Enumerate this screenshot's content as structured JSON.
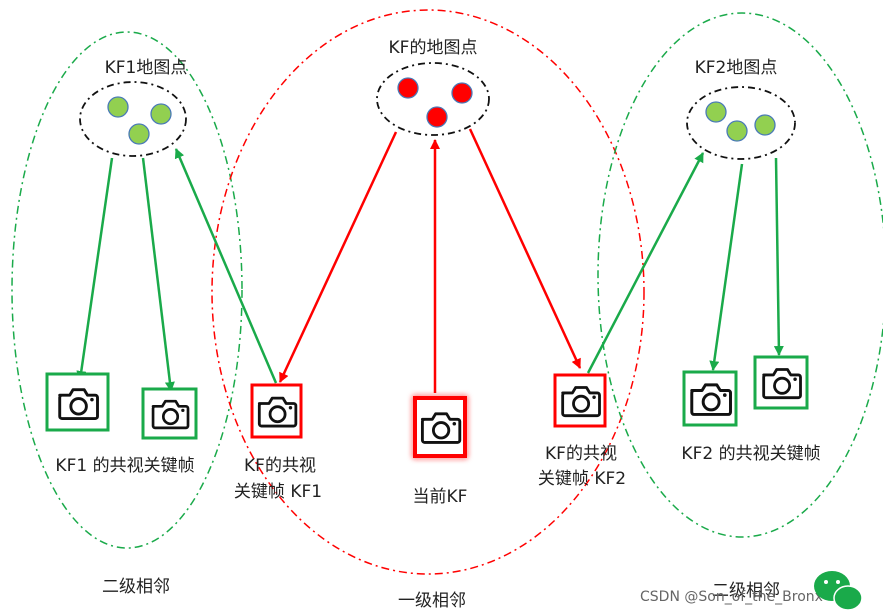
{
  "labels": {
    "kf1_map_points": "KF1地图点",
    "kf_map_points": "KF的地图点",
    "kf2_map_points": "KF2地图点",
    "kf1_covis": "KF1 的共视关键帧",
    "covis_kf1_line1": "KF的共视",
    "covis_kf1_line2": "关键帧 KF1",
    "current_kf": "当前KF",
    "covis_kf2_line1": "KF的共视",
    "covis_kf2_line2": "关键帧 KF2",
    "kf2_covis": "KF2 的共视关键帧",
    "second_level_left": "二级相邻",
    "first_level": "一级相邻",
    "second_level_right": "二级相邻"
  },
  "watermark": "CSDN @Son_of_the_Bronx",
  "colors": {
    "green": "#1aaa4a",
    "red": "#ff0000",
    "green_point": "#92d050",
    "red_point": "#ff0000",
    "second_level_boundary": "#1aaa4a",
    "first_level_boundary": "#ff0000"
  }
}
